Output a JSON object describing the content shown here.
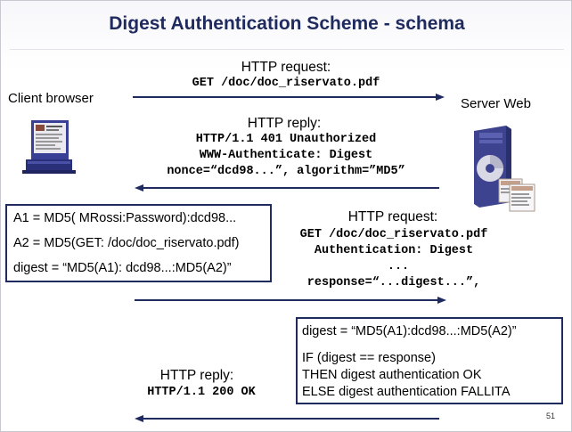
{
  "title": "Digest Authentication Scheme - schema",
  "client_label": "Client browser",
  "server_label": "Server Web",
  "icons": {
    "client": "computer-terminal-icon",
    "server": "server-tower-icon"
  },
  "colors": {
    "title": "#1f2a5e",
    "box_border": "#1f2a5e",
    "arrow": "#1f2a5e"
  },
  "request1": {
    "label": "HTTP request:",
    "line1": "GET /doc/doc_riservato.pdf"
  },
  "reply1": {
    "label": "HTTP reply:",
    "line1": "HTTP/1.1 401 Unauthorized",
    "line2": "WWW-Authenticate: Digest",
    "line3": "nonce=“dcd98...”, algorithm=”MD5”"
  },
  "client_box": {
    "line1": "A1 = MD5( MRossi:Password):dcd98...",
    "line2": "A2 = MD5(GET: /doc/doc_riservato.pdf)",
    "line3": "digest = “MD5(A1): dcd98...:MD5(A2)”"
  },
  "request2": {
    "label": "HTTP request:",
    "line1": "GET /doc/doc_riservato.pdf",
    "line2": "Authentication: Digest",
    "line3": "...",
    "line4": "response=“...digest...”,"
  },
  "server_box": {
    "line1": "digest = “MD5(A1):dcd98...:MD5(A2)”",
    "line2": "IF (digest == response)",
    "line3": "THEN digest authentication OK",
    "line4": "ELSE digest authentication FALLITA"
  },
  "reply2": {
    "label": "HTTP reply:",
    "line1": "HTTP/1.1 200 OK"
  },
  "page_number": "51"
}
